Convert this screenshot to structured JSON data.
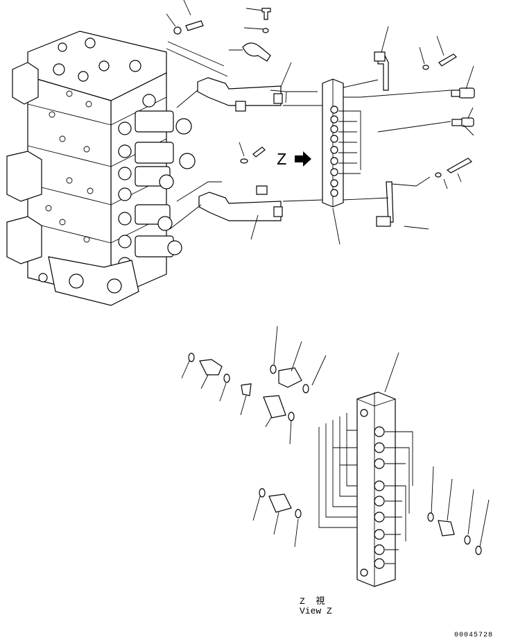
{
  "view_marker": "Z",
  "caption": {
    "line1": "Z  視",
    "line2": "View Z"
  },
  "drawing_number": "00045728",
  "icons": {
    "view_arrow": "solid-arrow-right-icon"
  }
}
